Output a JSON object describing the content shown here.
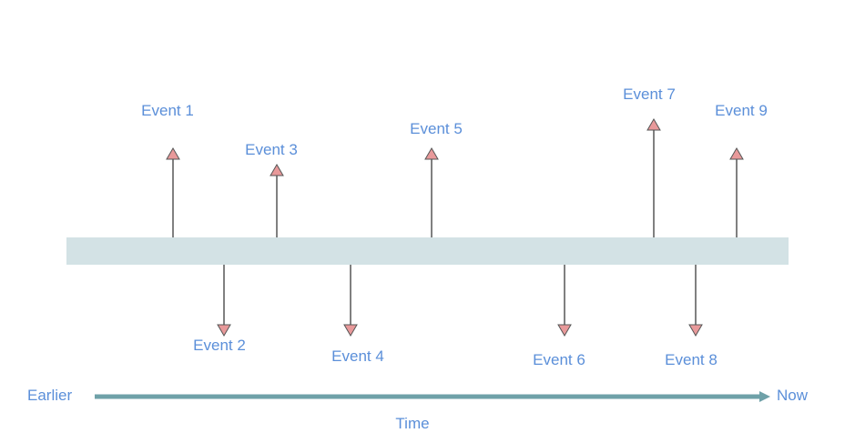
{
  "timeline": {
    "events": [
      {
        "label": "Event 1",
        "direction": "up"
      },
      {
        "label": "Event 2",
        "direction": "down"
      },
      {
        "label": "Event 3",
        "direction": "up"
      },
      {
        "label": "Event 4",
        "direction": "down"
      },
      {
        "label": "Event 5",
        "direction": "up"
      },
      {
        "label": "Event 6",
        "direction": "down"
      },
      {
        "label": "Event 7",
        "direction": "up"
      },
      {
        "label": "Event 8",
        "direction": "down"
      },
      {
        "label": "Event 9",
        "direction": "up"
      }
    ]
  },
  "axis": {
    "start_label": "Earlier",
    "end_label": "Now",
    "title": "Time"
  },
  "colors": {
    "label_text": "#5b8fd9",
    "band_fill": "#d3e2e5",
    "arrow_head": "#e8999a",
    "arrow_stroke": "#555555",
    "axis_arrow": "#6fa1a8"
  }
}
